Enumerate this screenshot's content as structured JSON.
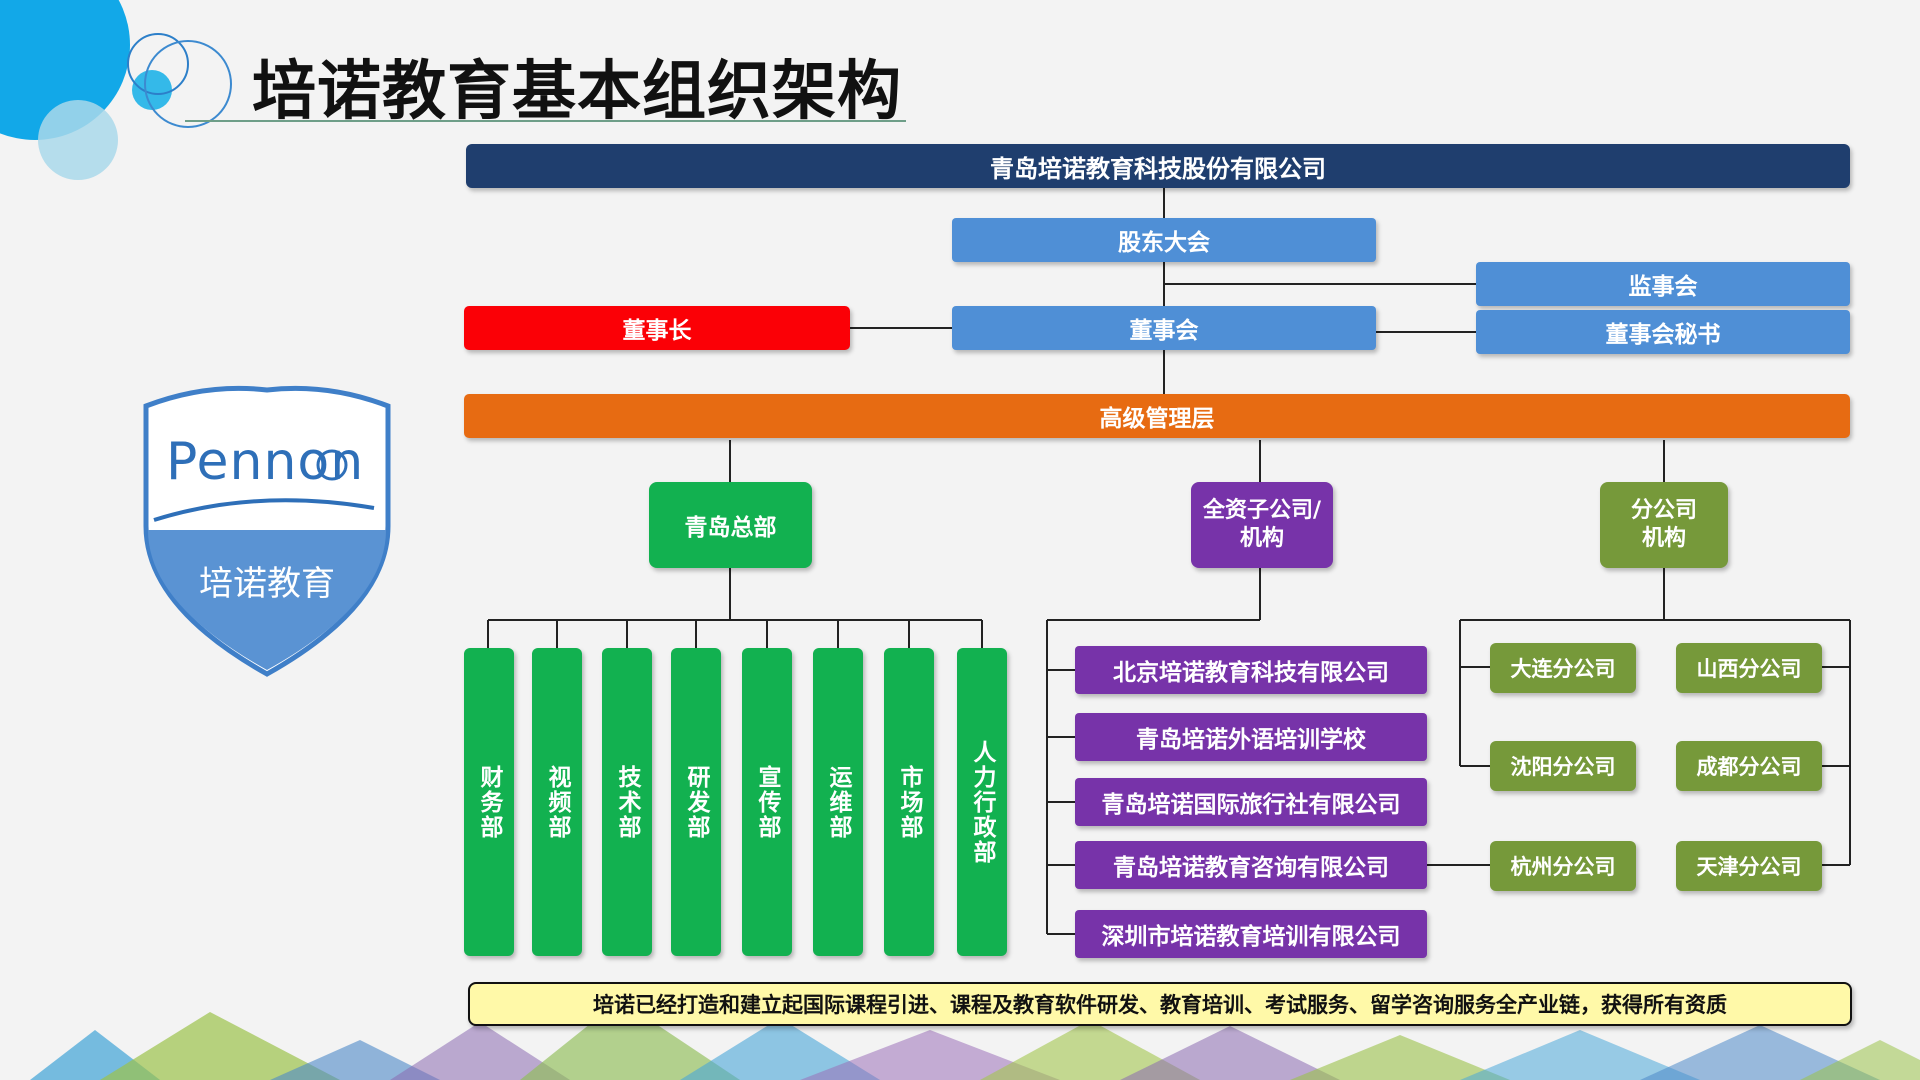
{
  "title": "培诺教育基本组织架构",
  "logo": {
    "brand": "Pennon",
    "subtitle": "培诺教育"
  },
  "top": {
    "company": "青岛培诺教育科技股份有限公司",
    "shareholders": "股东大会",
    "supervisors": "监事会",
    "chairman": "董事长",
    "board": "董事会",
    "board_secretary": "董事会秘书",
    "senior_management": "高级管理层"
  },
  "branches": {
    "hq": "青岛总部",
    "subsidiaries": "全资子公司/机构",
    "branch_offices": "分公司机构"
  },
  "departments": [
    "财务部",
    "视频部",
    "技术部",
    "研发部",
    "宣传部",
    "运维部",
    "市场部",
    "人力行政部"
  ],
  "subsidiaries": [
    "北京培诺教育科技有限公司",
    "青岛培诺外语培训学校",
    "青岛培诺国际旅行社有限公司",
    "青岛培诺教育咨询有限公司",
    "深圳市培诺教育培训有限公司"
  ],
  "branch_offices": [
    "大连分公司",
    "山西分公司",
    "沈阳分公司",
    "成都分公司",
    "杭州分公司",
    "天津分公司"
  ],
  "footer": "培诺已经打造和建立起国际课程引进、课程及教育软件研发、教育培训、考试服务、留学咨询服务全产业链，获得所有资质",
  "colors": {
    "navy": "#1f3e6e",
    "blue": "#4f8fd6",
    "red": "#fb0006",
    "orange": "#e76b12",
    "green": "#12b150",
    "purple": "#7733a9",
    "olive": "#76993a",
    "yellow": "#fff9a8"
  }
}
